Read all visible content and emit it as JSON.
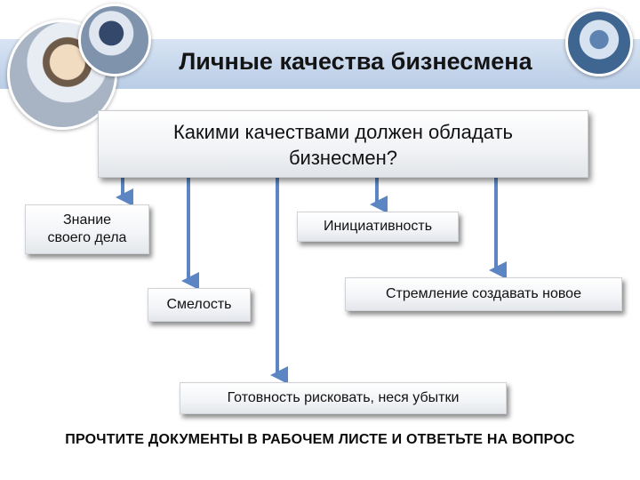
{
  "title": "Личные качества бизнесмена",
  "question": "Какими качествами должен обладать\nбизнесмен?",
  "nodes": {
    "znanie": "Знание\nсвоего дела",
    "initiative": "Инициативность",
    "courage": "Смелость",
    "striving": "Стремление создавать новое",
    "readiness": "Готовность рисковать, неся убытки"
  },
  "instruction": "ПРОЧТИТЕ ДОКУМЕНТЫ В РАБОЧЕМ ЛИСТЕ И ОТВЕТЬТЕ НА ВОПРОС",
  "colors": {
    "arrow": "#5b86c3",
    "title_band": "#c7d7ec"
  }
}
